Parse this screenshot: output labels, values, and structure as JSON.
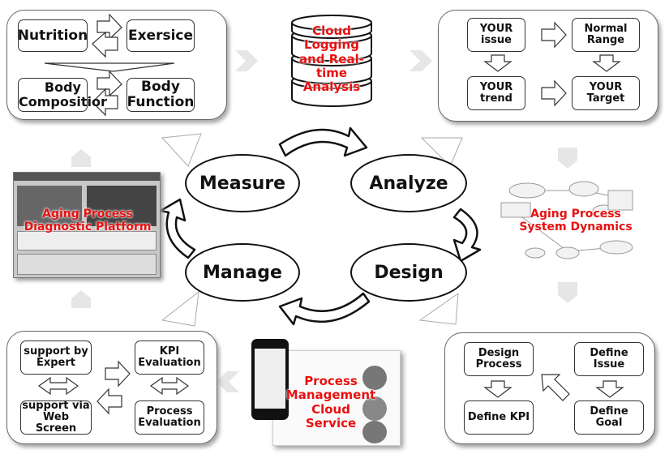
{
  "measure_panel": {
    "nutrition": "Nutrition",
    "exercise": "Exersice",
    "body_composition": "Body Compositior",
    "body_function": "Body Function"
  },
  "cloud": {
    "label": "Cloud Logging and Real-time Analysis"
  },
  "analyze_panel": {
    "your_issue": "YOUR issue",
    "normal_range": "Normal Range",
    "your_trend": "YOUR trend",
    "your_target": "YOUR Target"
  },
  "cycle": {
    "measure": "Measure",
    "analyze": "Analyze",
    "manage": "Manage",
    "design": "Design"
  },
  "left_image": {
    "label": "Aging Process Diagnostic Platform"
  },
  "right_image": {
    "label": "Aging Process System Dynamics"
  },
  "manage_panel": {
    "support_expert": "support by Expert",
    "kpi_evaluation": "KPI Evaluation",
    "support_web": "support via Web Screen",
    "process_evaluation": "Process Evaluation"
  },
  "bottom_image": {
    "label": "Process Management Cloud Service"
  },
  "design_panel": {
    "design_process": "Design Process",
    "define_issue": "Define Issue",
    "define_kpi": "Define KPI",
    "define_goal": "Define Goal"
  },
  "colors": {
    "accent": "#e81010",
    "arrow_gray": "#e3e3e3"
  }
}
